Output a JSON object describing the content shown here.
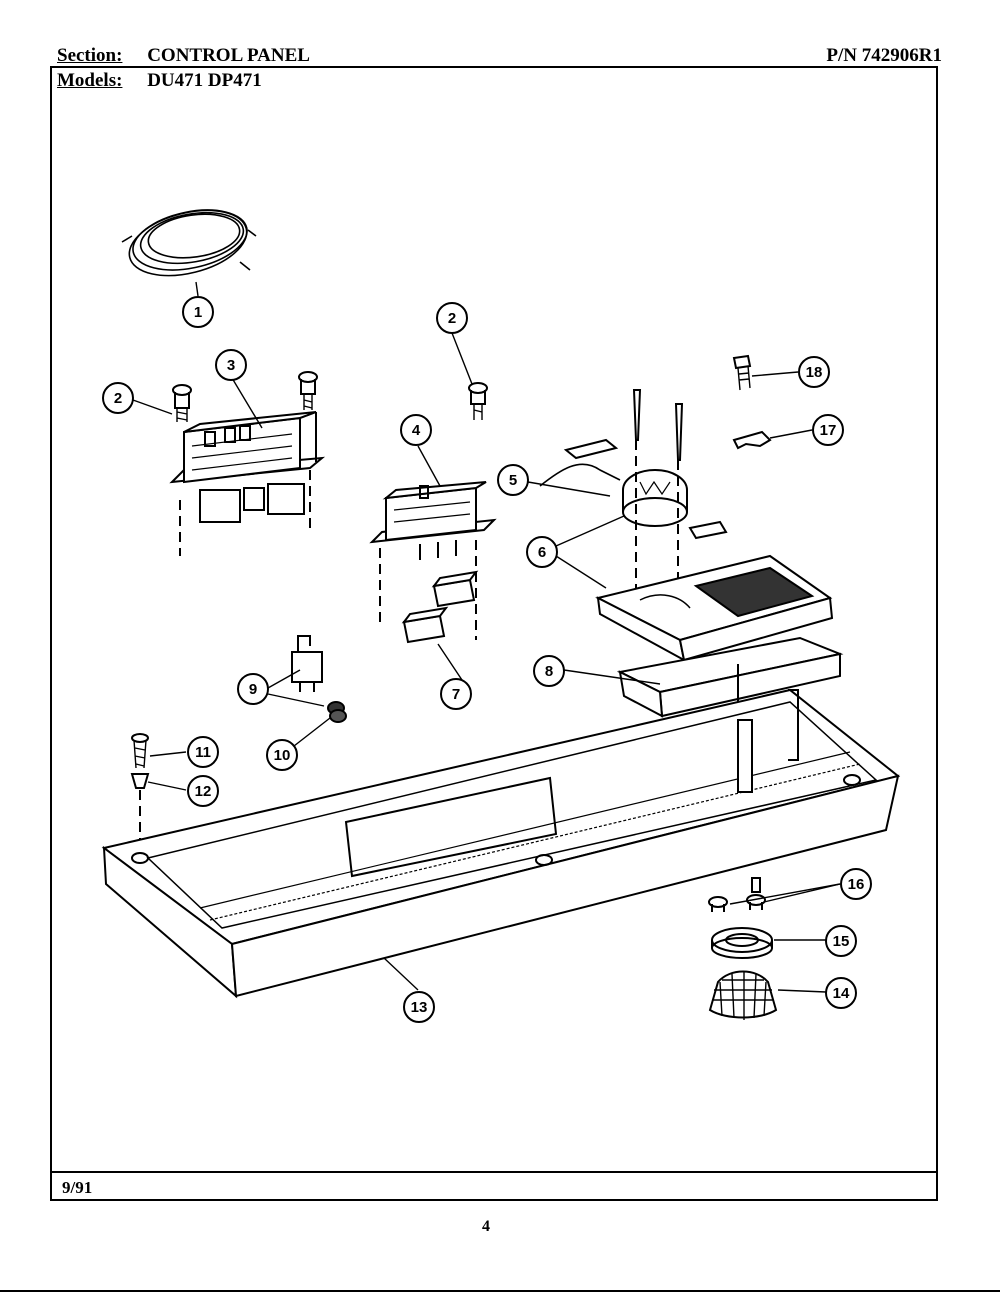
{
  "header": {
    "section_label": "Section:",
    "section_value": "CONTROL PANEL",
    "part_number": "P/N 742906R1",
    "models_label": "Models:",
    "models_value": "DU471  DP471"
  },
  "footer": {
    "date": "9/91",
    "page_number": "4"
  },
  "callouts": [
    "1",
    "2",
    "2",
    "3",
    "4",
    "5",
    "6",
    "7",
    "8",
    "9",
    "10",
    "11",
    "12",
    "13",
    "14",
    "15",
    "16",
    "17",
    "18"
  ]
}
